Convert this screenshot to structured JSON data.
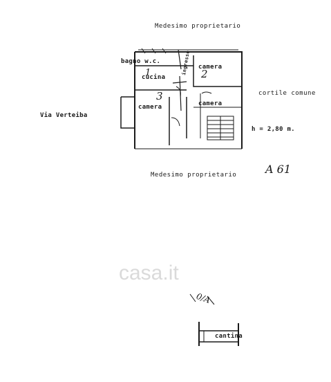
{
  "plan": {
    "top_owner": "Medesimo proprietario",
    "bottom_owner": "Medesimo proprietario",
    "street": "Via Verteiba",
    "courtyard": "cortile comune",
    "height": "h = 2,80 m.",
    "sheet_ref": "A 61",
    "rooms": {
      "bath": "bagno w.c.",
      "camera_top": "camera",
      "camera_left": "camera",
      "camera_right": "camera",
      "cucina": "cucina",
      "ingresso": "ingresso"
    },
    "room_numbers": {
      "n1": "1",
      "n2": "2",
      "n3": "3"
    },
    "cellar_fraction": "0/A",
    "cellar": "cantina"
  },
  "watermark": "casa.it",
  "colors": {
    "ink": "#1a1a1a",
    "watermark": "#bdbdbd"
  }
}
